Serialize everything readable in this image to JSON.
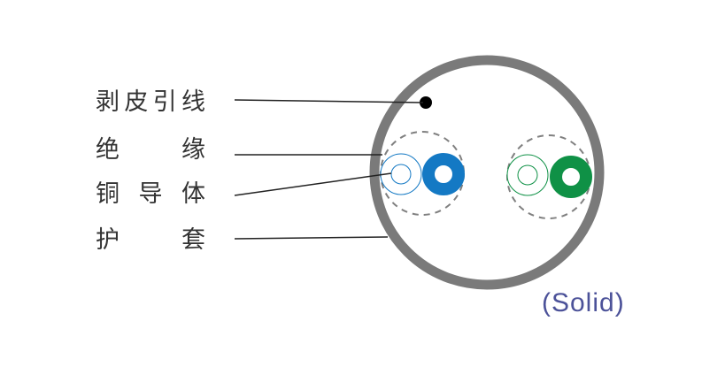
{
  "labels": {
    "drain_wire": "剥皮引线",
    "insulation": "绝缘",
    "copper_conductor": "铜导体",
    "jacket": "护套"
  },
  "conductor_type": "(Solid)",
  "colors": {
    "jacket": "#7a7a7a",
    "pair_1": "#1479c4",
    "pair_2": "#0f9146",
    "drain_wire": "#000000",
    "shield_dashed": "#808080",
    "conductor_type_text": "#4c5299"
  }
}
